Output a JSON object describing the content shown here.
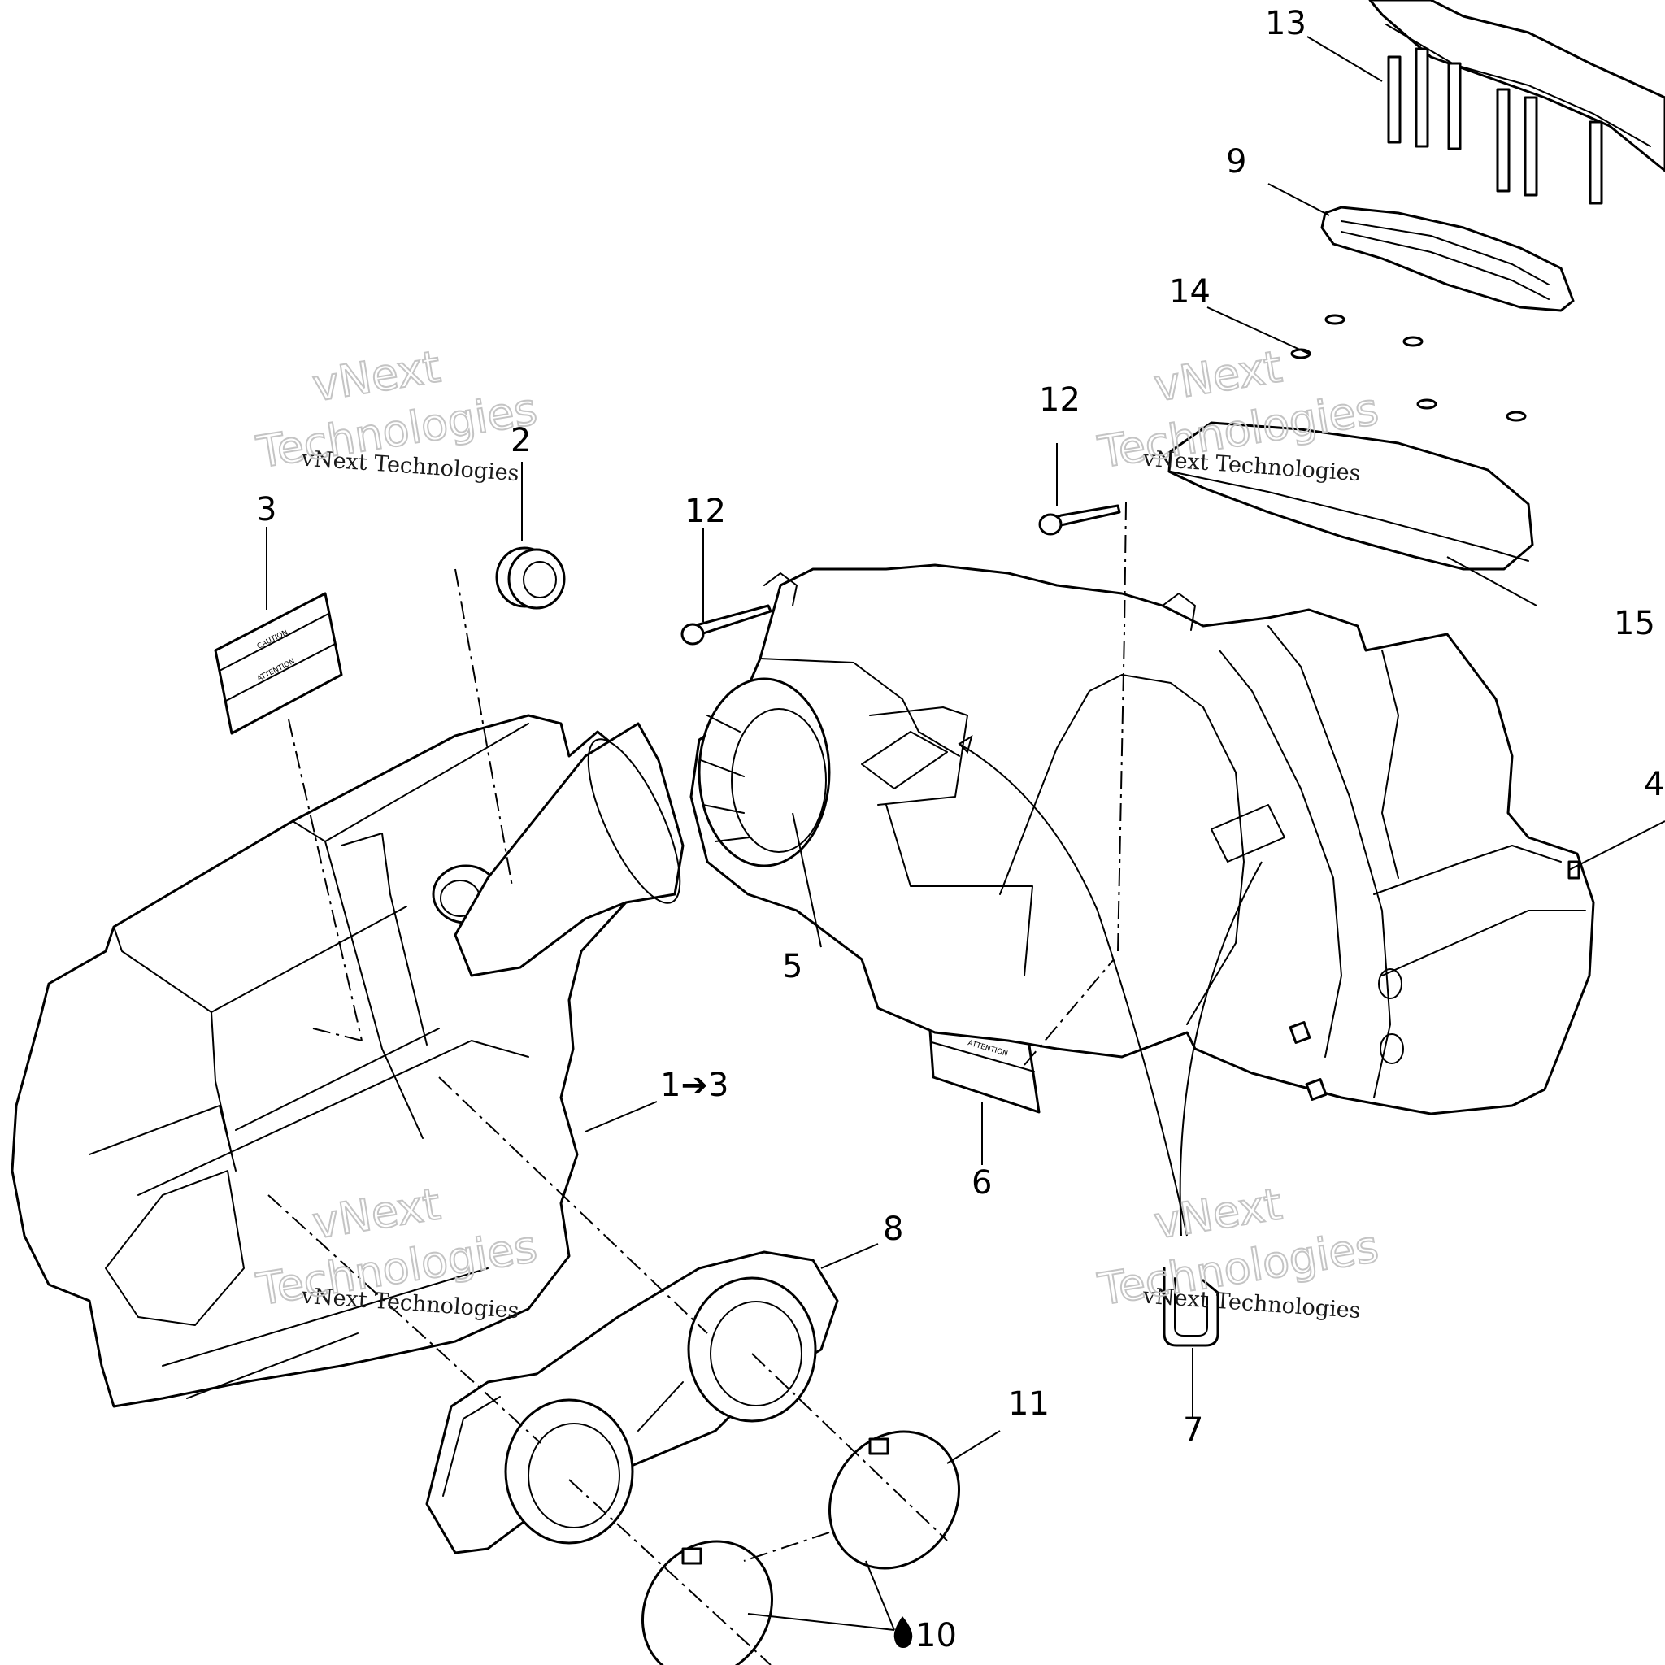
{
  "callouts": {
    "c1": "1➔3",
    "c2": "2",
    "c3": "3",
    "c4": "4",
    "c5": "5",
    "c6": "6",
    "c7": "7",
    "c8": "8",
    "c9": "9",
    "c10": "10",
    "c11": "11",
    "c12a": "12",
    "c12b": "12",
    "c13": "13",
    "c14": "14",
    "c15": "15"
  },
  "watermark": {
    "line1": "vNext",
    "line2": "vNext Technologies",
    "line3": "Technologies"
  },
  "decal": {
    "caution": "CAUTION",
    "attention": "ATTENTION"
  }
}
